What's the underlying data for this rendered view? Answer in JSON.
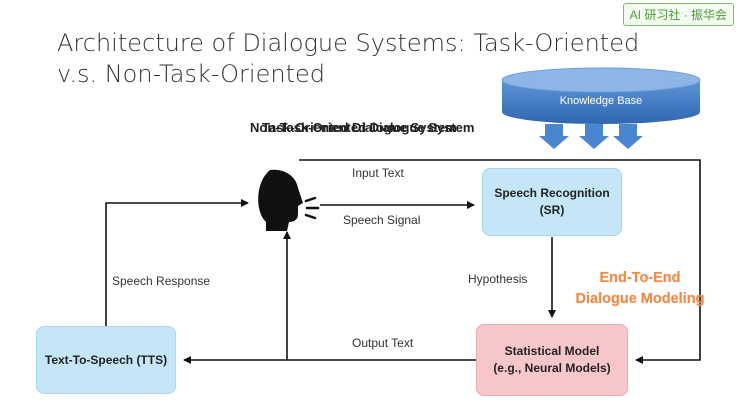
{
  "watermark": "AI 研习社 · 振华会",
  "title_line1": "Architecture of Dialogue Systems: Task-Oriented",
  "title_line2": "v.s. Non-Task-Oriented",
  "overlap_label_1": "Non-Task-Oriented Dialogue System",
  "overlap_label_2": "Task-Oriented Dialogue System",
  "knowledge_base": "Knowledge Base",
  "boxes": {
    "sr_line1": "Speech Recognition",
    "sr_line2": "(SR)",
    "tts": "Text-To-Speech (TTS)",
    "sm_line1": "Statistical Model",
    "sm_line2": "(e.g., Neural Models)"
  },
  "labels": {
    "input_text": "Input Text",
    "speech_signal": "Speech Signal",
    "speech_response": "Speech Response",
    "hypothesis": "Hypothesis",
    "output_text": "Output Text"
  },
  "end_to_end_line1": "End-To-End",
  "end_to_end_line2": "Dialogue Modeling",
  "colors": {
    "box_blue": "#c5e6f7",
    "box_pink": "#f6c6cb",
    "kb_blue": "#3e78c2",
    "arrow_blue": "#4a86cf",
    "accent_orange": "#ec8c4a"
  }
}
